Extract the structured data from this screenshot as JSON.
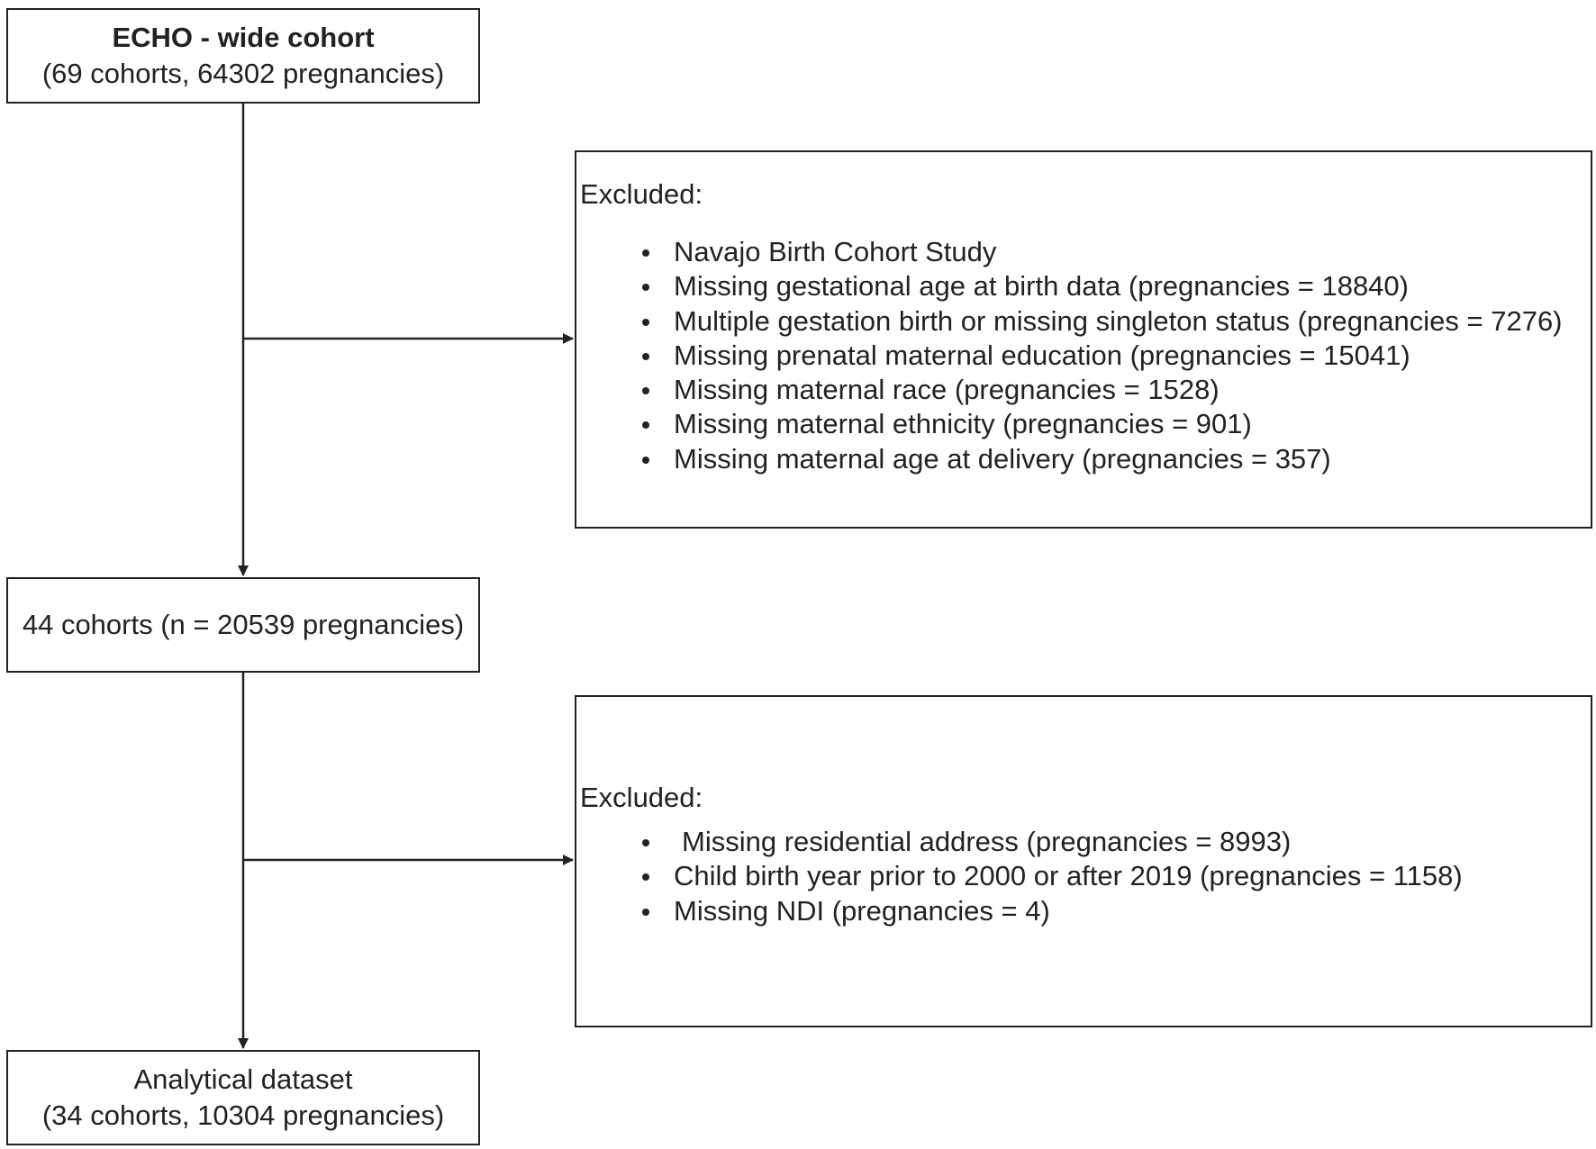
{
  "boxes": {
    "start": {
      "title": "ECHO - wide cohort",
      "subtitle": "(69 cohorts, 64302 pregnancies)"
    },
    "intermediate": {
      "text": "44 cohorts (n = 20539 pregnancies)"
    },
    "final": {
      "title": "Analytical dataset",
      "subtitle": "(34 cohorts, 10304 pregnancies)"
    }
  },
  "exclusions": [
    {
      "heading": "Excluded:",
      "items": [
        "Navajo Birth Cohort Study",
        "Missing gestational age at birth data (pregnancies = 18840)",
        "Multiple gestation birth or missing singleton status (pregnancies = 7276)",
        "Missing prenatal maternal education (pregnancies = 15041)",
        "Missing maternal race (pregnancies = 1528)",
        "Missing maternal ethnicity (pregnancies = 901)",
        "Missing maternal age at delivery (pregnancies = 357)"
      ]
    },
    {
      "heading": "Excluded:",
      "items": [
        "Missing residential address (pregnancies = 8993)",
        "Child birth year prior to 2000 or after 2019 (pregnancies = 1158)",
        "Missing NDI (pregnancies = 4)"
      ]
    }
  ],
  "colors": {
    "line": "#222222",
    "text": "#222222",
    "background": "#ffffff"
  }
}
